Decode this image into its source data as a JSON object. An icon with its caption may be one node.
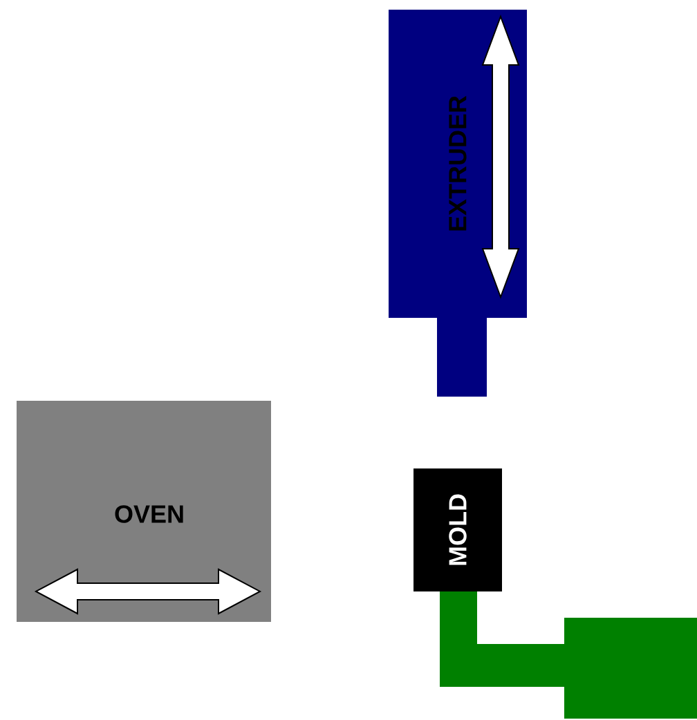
{
  "diagram": {
    "nodes": [
      {
        "text": [
          "EXTRUDER"
        ]
      },
      {
        "text": [
          "OVEN"
        ]
      },
      {
        "text": [
          "MOLD"
        ]
      }
    ]
  }
}
